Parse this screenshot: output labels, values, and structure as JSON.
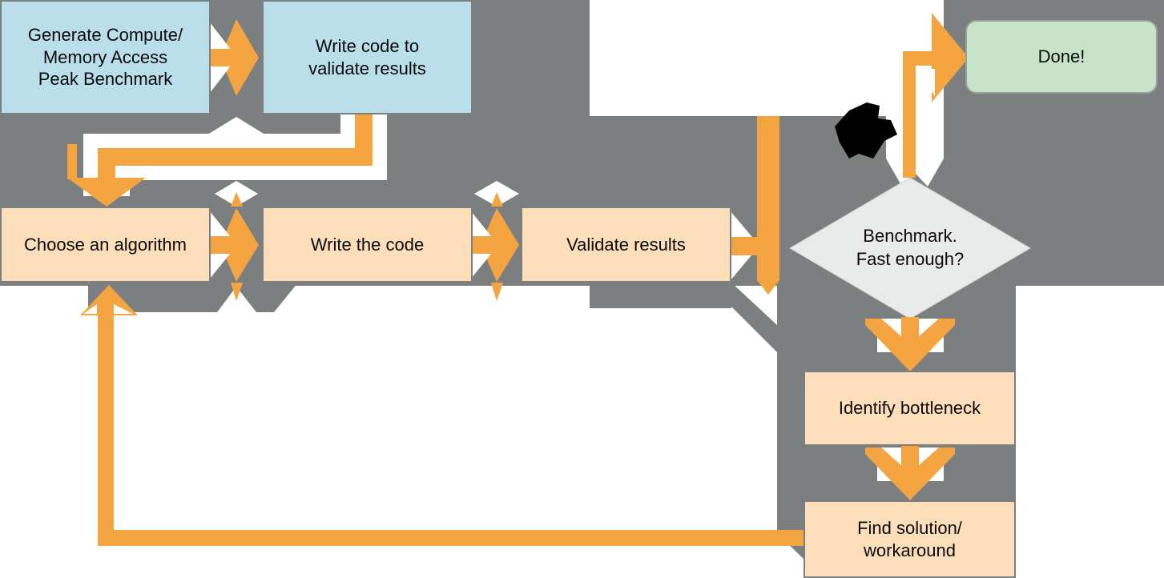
{
  "colors": {
    "gray": "#7c7f7f",
    "orange": "#f4a542",
    "blue": "#badfeb",
    "peach": "#fcdfba",
    "green": "#c8e4c8",
    "diamond": "#e9eaea",
    "white": "#ffffff",
    "text": "#0a0a0a"
  },
  "nodes": {
    "generate_benchmark": {
      "label": "Generate Compute/\nMemory Access\nPeak Benchmark",
      "shape": "rect"
    },
    "write_validation_code": {
      "label": "Write code to\nvalidate results",
      "shape": "rect"
    },
    "choose_algorithm": {
      "label": "Choose an algorithm",
      "shape": "rect"
    },
    "write_code": {
      "label": "Write the code",
      "shape": "rect"
    },
    "validate_results": {
      "label": "Validate results",
      "shape": "rect"
    },
    "benchmark_decision": {
      "label": "Benchmark.\nFast enough?",
      "shape": "diamond"
    },
    "done": {
      "label": "Done!",
      "shape": "rounded-rect"
    },
    "identify_bottleneck": {
      "label": "Identify bottleneck",
      "shape": "rect"
    },
    "find_solution": {
      "label": "Find solution/\nworkaround",
      "shape": "rect"
    }
  },
  "edges": [
    {
      "from": "generate_benchmark",
      "to": "write_validation_code",
      "style": "bidirectional"
    },
    {
      "from": "write_validation_code",
      "to": "choose_algorithm",
      "style": "elbow-down-left"
    },
    {
      "from": "choose_algorithm",
      "to": "write_code",
      "style": "bidirectional"
    },
    {
      "from": "write_code",
      "to": "validate_results",
      "style": "bidirectional"
    },
    {
      "from": "validate_results",
      "to": "benchmark_decision",
      "style": "merge-right"
    },
    {
      "from": "benchmark_decision",
      "to": "done",
      "style": "up-then-right"
    },
    {
      "from": "benchmark_decision",
      "to": "identify_bottleneck",
      "style": "down-chevron"
    },
    {
      "from": "identify_bottleneck",
      "to": "find_solution",
      "style": "down-chevron"
    },
    {
      "from": "find_solution",
      "to": "choose_algorithm",
      "style": "loop-left-up"
    }
  ]
}
